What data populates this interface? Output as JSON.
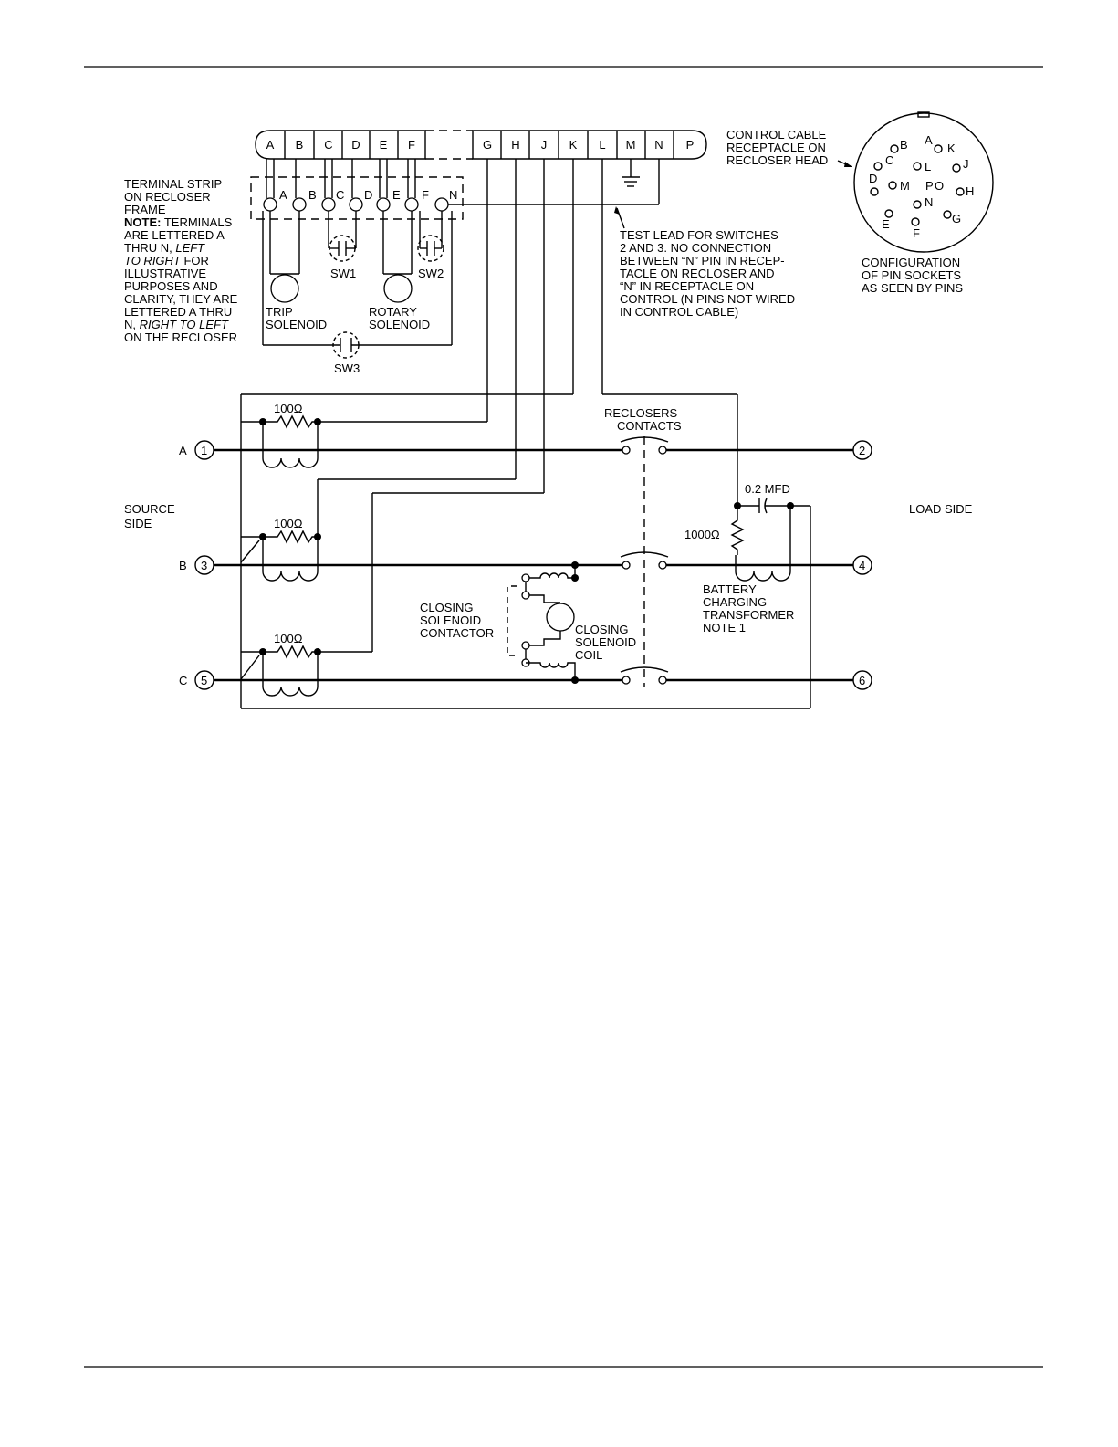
{
  "receptacle": {
    "pins_left": [
      "A",
      "B",
      "C",
      "D",
      "E",
      "F"
    ],
    "pins_right": [
      "G",
      "H",
      "J",
      "K",
      "L",
      "M",
      "N",
      "P"
    ],
    "label": [
      "CONTROL CABLE",
      "RECEPTACLE ON",
      "RECLOSER HEAD"
    ]
  },
  "terminal_strip": {
    "label": [
      "TERMINAL STRIP",
      "ON RECLOSER",
      "FRAME"
    ],
    "note_heading": "NOTE:",
    "note_lines": [
      {
        "a": "TERMINALS",
        "b": "",
        "c": ""
      },
      {
        "a": "ARE LETTERED A",
        "b": "",
        "c": ""
      },
      {
        "a": "THRU N, ",
        "b": "LEFT",
        "c": ""
      },
      {
        "a": "",
        "b": "TO RIGHT",
        "c": " FOR"
      },
      {
        "a": "ILLUSTRATIVE",
        "b": "",
        "c": ""
      },
      {
        "a": "PURPOSES AND",
        "b": "",
        "c": ""
      },
      {
        "a": "CLARITY, THEY ARE",
        "b": "",
        "c": ""
      },
      {
        "a": "LETTERED A THRU",
        "b": "",
        "c": ""
      },
      {
        "a": "N, ",
        "b": "RIGHT TO LEFT",
        "c": ""
      },
      {
        "a": "ON THE RECLOSER",
        "b": "",
        "c": ""
      }
    ],
    "terminals": [
      "A",
      "B",
      "C",
      "D",
      "E",
      "F",
      "N"
    ]
  },
  "switches": {
    "sw1": "SW1",
    "sw2": "SW2",
    "sw3": "SW3"
  },
  "solenoids": {
    "trip": [
      "TRIP",
      "SOLENOID"
    ],
    "rotary": [
      "ROTARY",
      "SOLENOID"
    ]
  },
  "test_lead_note": [
    "TEST LEAD FOR SWITCHES",
    "2 AND 3. NO CONNECTION",
    "BETWEEN “N” PIN IN RECEP-",
    "TACLE ON RECLOSER AND",
    "“N” IN RECEPTACLE ON",
    "CONTROL (N PINS NOT WIRED",
    "IN CONTROL CABLE)"
  ],
  "pin_config": {
    "pins": [
      "B",
      "A",
      "K",
      "C",
      "L",
      "J",
      "D",
      "M",
      "P",
      "O",
      "H",
      "N",
      "E",
      "O",
      "G",
      "F"
    ],
    "label": [
      "CONFIGURATION",
      "OF PIN SOCKETS",
      "AS SEEN BY PINS"
    ]
  },
  "circuit": {
    "resistor_value": "100Ω",
    "contacts_label": [
      "RECLOSERS",
      "CONTACTS"
    ],
    "source_side": [
      "SOURCE",
      "SIDE"
    ],
    "load_side": "LOAD SIDE",
    "phases": [
      {
        "name": "A",
        "source_terminal": "1",
        "load_terminal": "2"
      },
      {
        "name": "B",
        "source_terminal": "3",
        "load_terminal": "4"
      },
      {
        "name": "C",
        "source_terminal": "5",
        "load_terminal": "6"
      }
    ],
    "capacitor": "0.2 MFD",
    "load_resistor": "1000Ω",
    "battery_transformer": [
      "BATTERY",
      "CHARGING",
      "TRANSFORMER",
      "NOTE 1"
    ],
    "closing_contactor": [
      "CLOSING",
      "SOLENOID",
      "CONTACTOR"
    ],
    "closing_coil": [
      "CLOSING",
      "SOLENOID",
      "COIL"
    ]
  }
}
